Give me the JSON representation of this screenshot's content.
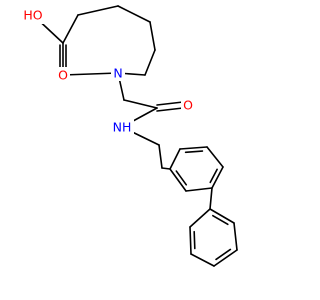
{
  "molecule": {
    "atoms": {
      "oh": {
        "text": "HO",
        "color": "#ff0000"
      },
      "ring_o": {
        "text": "O",
        "color": "#ff0000"
      },
      "ring_n": {
        "text": "N",
        "color": "#0000ff"
      },
      "amide_o": {
        "text": "O",
        "color": "#ff0000"
      },
      "amide_n": {
        "text": "NH",
        "color": "#0000ff"
      }
    }
  }
}
